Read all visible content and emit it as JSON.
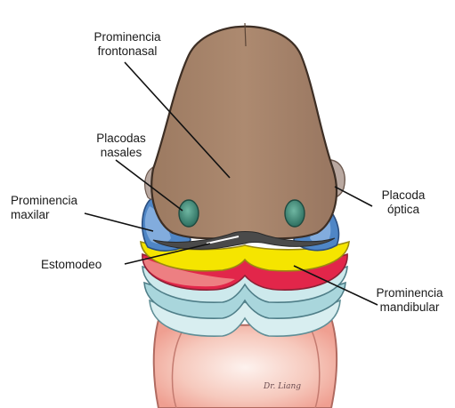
{
  "labels": {
    "frontonasal": [
      "Prominencia",
      "frontonasal"
    ],
    "nasal": [
      "Placodas",
      "nasales"
    ],
    "maxilar": [
      "Prominencia",
      "maxilar"
    ],
    "estomodeo": "Estomodeo",
    "optica": [
      "Placoda",
      "óptica"
    ],
    "mandibular": [
      "Prominencia",
      "mandibular"
    ]
  },
  "signature": "Dr. Liang",
  "colors": {
    "head": "#a6836a",
    "head_dark": "#8a6a54",
    "placode": "#3f8a78",
    "maxillary": "#4f86c6",
    "stomodeum": "#4a4a4a",
    "mandibular_yellow": "#f5e500",
    "mandibular_red": "#e2264a",
    "pink": "#e98a86",
    "arch_light": "#d8eef0",
    "arch_mid": "#a9d6dc",
    "body": "#f2b8aa"
  }
}
